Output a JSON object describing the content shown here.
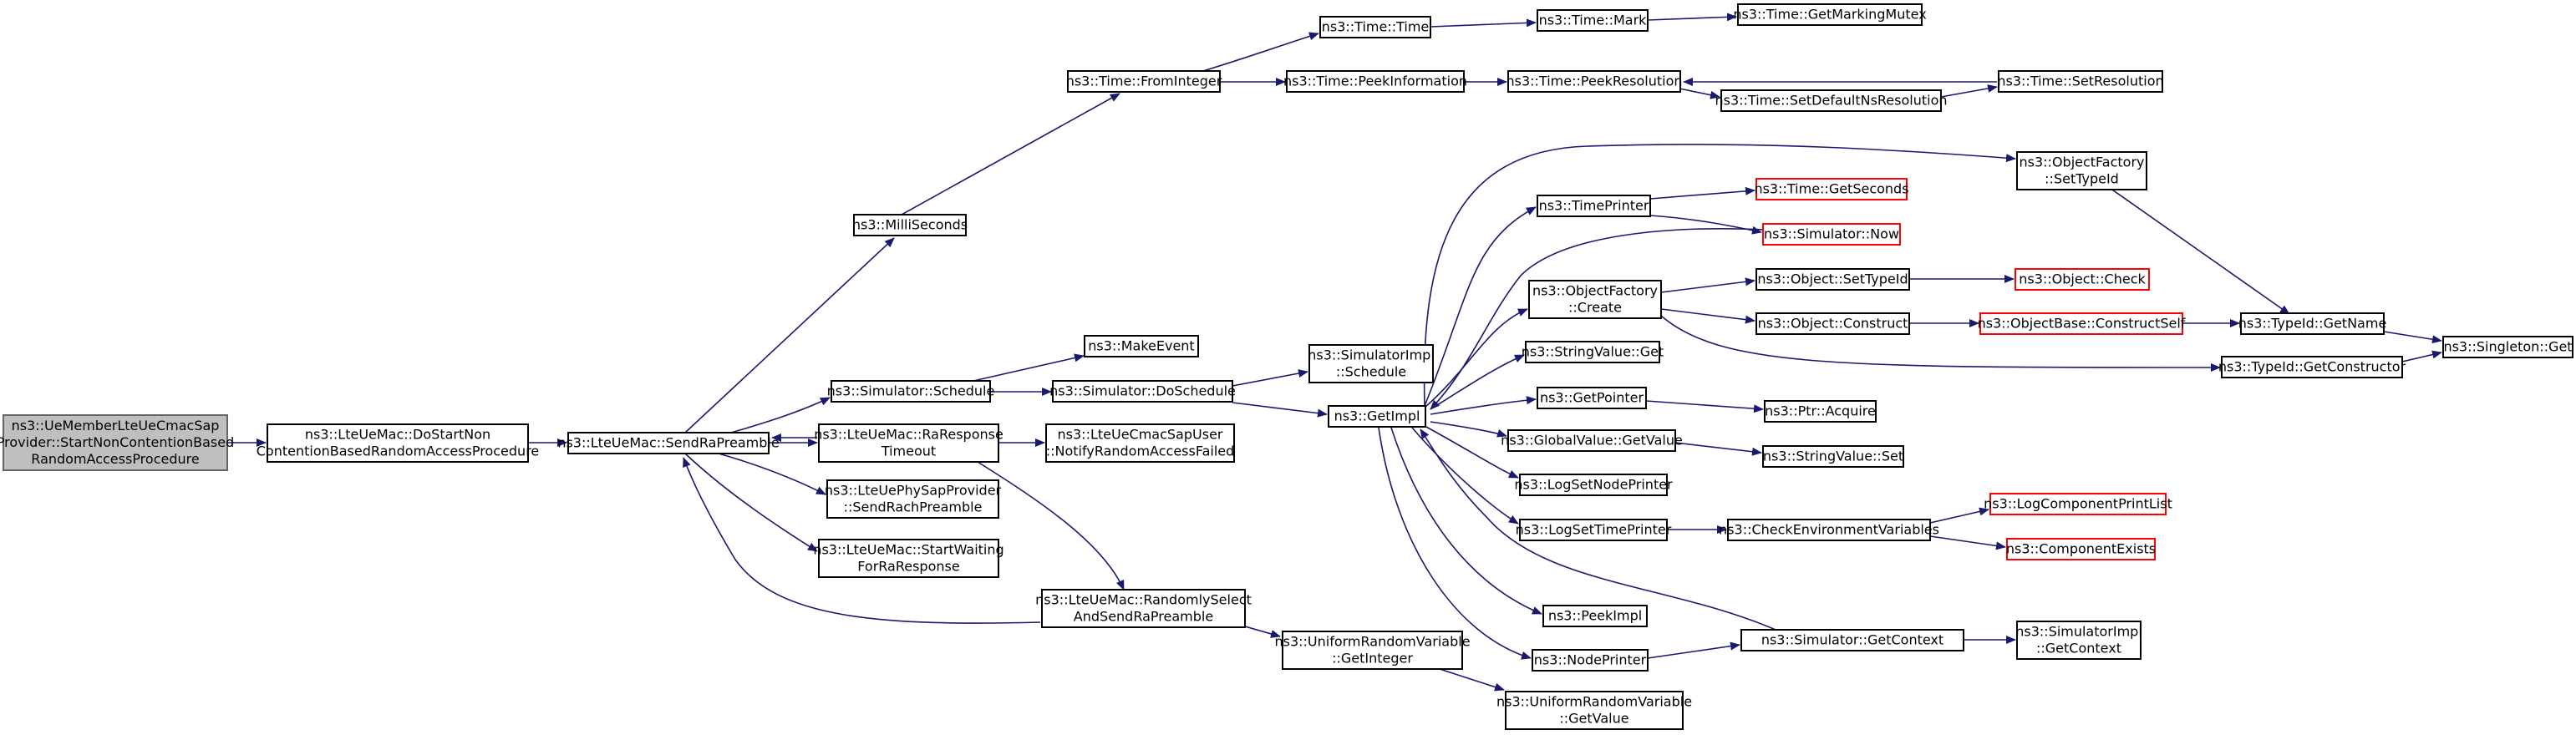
{
  "colors": {
    "edge": "#191970",
    "root_fill": "#bfbfbf",
    "external_border": "#ff0000"
  },
  "nodes": [
    {
      "id": "n_root",
      "lines": [
        "ns3::UeMemberLteUeCmacSap",
        "Provider::StartNonContentionBased",
        "RandomAccessProcedure"
      ],
      "style": "root"
    },
    {
      "id": "n_dostart",
      "lines": [
        "ns3::LteUeMac::DoStartNon",
        "ContentionBasedRandomAccessProcedure"
      ]
    },
    {
      "id": "n_sendra",
      "lines": [
        "ns3::LteUeMac::SendRaPreamble"
      ]
    },
    {
      "id": "n_milli",
      "lines": [
        "ns3::MilliSeconds"
      ]
    },
    {
      "id": "n_frominteger",
      "lines": [
        "ns3::Time::FromInteger"
      ]
    },
    {
      "id": "n_time",
      "lines": [
        "ns3::Time::Time"
      ]
    },
    {
      "id": "n_mark",
      "lines": [
        "ns3::Time::Mark"
      ]
    },
    {
      "id": "n_getmarkingmutex",
      "lines": [
        "ns3::Time::GetMarkingMutex"
      ]
    },
    {
      "id": "n_peekinfo",
      "lines": [
        "ns3::Time::PeekInformation"
      ]
    },
    {
      "id": "n_peekres",
      "lines": [
        "ns3::Time::PeekResolution"
      ]
    },
    {
      "id": "n_setdefault",
      "lines": [
        "ns3::Time::SetDefaultNsResolution"
      ]
    },
    {
      "id": "n_setres",
      "lines": [
        "ns3::Time::SetResolution"
      ]
    },
    {
      "id": "n_schedule",
      "lines": [
        "ns3::Simulator::Schedule"
      ]
    },
    {
      "id": "n_makeevent",
      "lines": [
        "ns3::MakeEvent"
      ]
    },
    {
      "id": "n_doschedule",
      "lines": [
        "ns3::Simulator::DoSchedule"
      ]
    },
    {
      "id": "n_simimplsched",
      "lines": [
        "ns3::SimulatorImpl",
        "::Schedule"
      ]
    },
    {
      "id": "n_getimpl",
      "lines": [
        "ns3::GetImpl"
      ]
    },
    {
      "id": "n_rarespto",
      "lines": [
        "ns3::LteUeMac::RaResponse",
        "Timeout"
      ]
    },
    {
      "id": "n_notifyrafail",
      "lines": [
        "ns3::LteUeCmacSapUser",
        "::NotifyRandomAccessFailed"
      ]
    },
    {
      "id": "n_sendrach",
      "lines": [
        "ns3::LteUePhySapProvider",
        "::SendRachPreamble"
      ]
    },
    {
      "id": "n_startwaiting",
      "lines": [
        "ns3::LteUeMac::StartWaiting",
        "ForRaResponse"
      ]
    },
    {
      "id": "n_randomly",
      "lines": [
        "ns3::LteUeMac::RandomlySelect",
        "AndSendRaPreamble"
      ]
    },
    {
      "id": "n_urvgetint",
      "lines": [
        "ns3::UniformRandomVariable",
        "::GetInteger"
      ]
    },
    {
      "id": "n_urvgetval",
      "lines": [
        "ns3::UniformRandomVariable",
        "::GetValue"
      ]
    },
    {
      "id": "n_timeprinter",
      "lines": [
        "ns3::TimePrinter"
      ]
    },
    {
      "id": "n_getseconds",
      "lines": [
        "ns3::Time::GetSeconds"
      ],
      "style": "ext"
    },
    {
      "id": "n_now",
      "lines": [
        "ns3::Simulator::Now"
      ],
      "style": "ext"
    },
    {
      "id": "n_ofcreate",
      "lines": [
        "ns3::ObjectFactory",
        "::Create"
      ]
    },
    {
      "id": "n_settypeid",
      "lines": [
        "ns3::Object::SetTypeId"
      ]
    },
    {
      "id": "n_check",
      "lines": [
        "ns3::Object::Check"
      ],
      "style": "ext"
    },
    {
      "id": "n_construct",
      "lines": [
        "ns3::Object::Construct"
      ]
    },
    {
      "id": "n_constructself",
      "lines": [
        "ns3::ObjectBase::ConstructSelf"
      ],
      "style": "ext"
    },
    {
      "id": "n_gettypename",
      "lines": [
        "ns3::TypeId::GetName"
      ]
    },
    {
      "id": "n_singleton",
      "lines": [
        "ns3::Singleton::Get"
      ]
    },
    {
      "id": "n_getconstructor",
      "lines": [
        "ns3::TypeId::GetConstructor"
      ]
    },
    {
      "id": "n_ofsettypeid",
      "lines": [
        "ns3::ObjectFactory",
        "::SetTypeId"
      ]
    },
    {
      "id": "n_stringvalueget",
      "lines": [
        "ns3::StringValue::Get"
      ]
    },
    {
      "id": "n_getpointer",
      "lines": [
        "ns3::GetPointer"
      ]
    },
    {
      "id": "n_ptracquire",
      "lines": [
        "ns3::Ptr::Acquire"
      ]
    },
    {
      "id": "n_gvgetvalue",
      "lines": [
        "ns3::GlobalValue::GetValue"
      ]
    },
    {
      "id": "n_stringvalueset",
      "lines": [
        "ns3::StringValue::Set"
      ]
    },
    {
      "id": "n_logsetnode",
      "lines": [
        "ns3::LogSetNodePrinter"
      ]
    },
    {
      "id": "n_logsettime",
      "lines": [
        "ns3::LogSetTimePrinter"
      ]
    },
    {
      "id": "n_checkenv",
      "lines": [
        "ns3::CheckEnvironmentVariables"
      ]
    },
    {
      "id": "n_logcompprint",
      "lines": [
        "ns3::LogComponentPrintList"
      ],
      "style": "ext"
    },
    {
      "id": "n_compexists",
      "lines": [
        "ns3::ComponentExists"
      ],
      "style": "ext"
    },
    {
      "id": "n_peekimpl",
      "lines": [
        "ns3::PeekImpl"
      ]
    },
    {
      "id": "n_nodeprinter",
      "lines": [
        "ns3::NodePrinter"
      ]
    },
    {
      "id": "n_simgetcontext",
      "lines": [
        "ns3::Simulator::GetContext"
      ]
    },
    {
      "id": "n_simimplctx",
      "lines": [
        "ns3::SimulatorImpl",
        "::GetContext"
      ]
    }
  ]
}
